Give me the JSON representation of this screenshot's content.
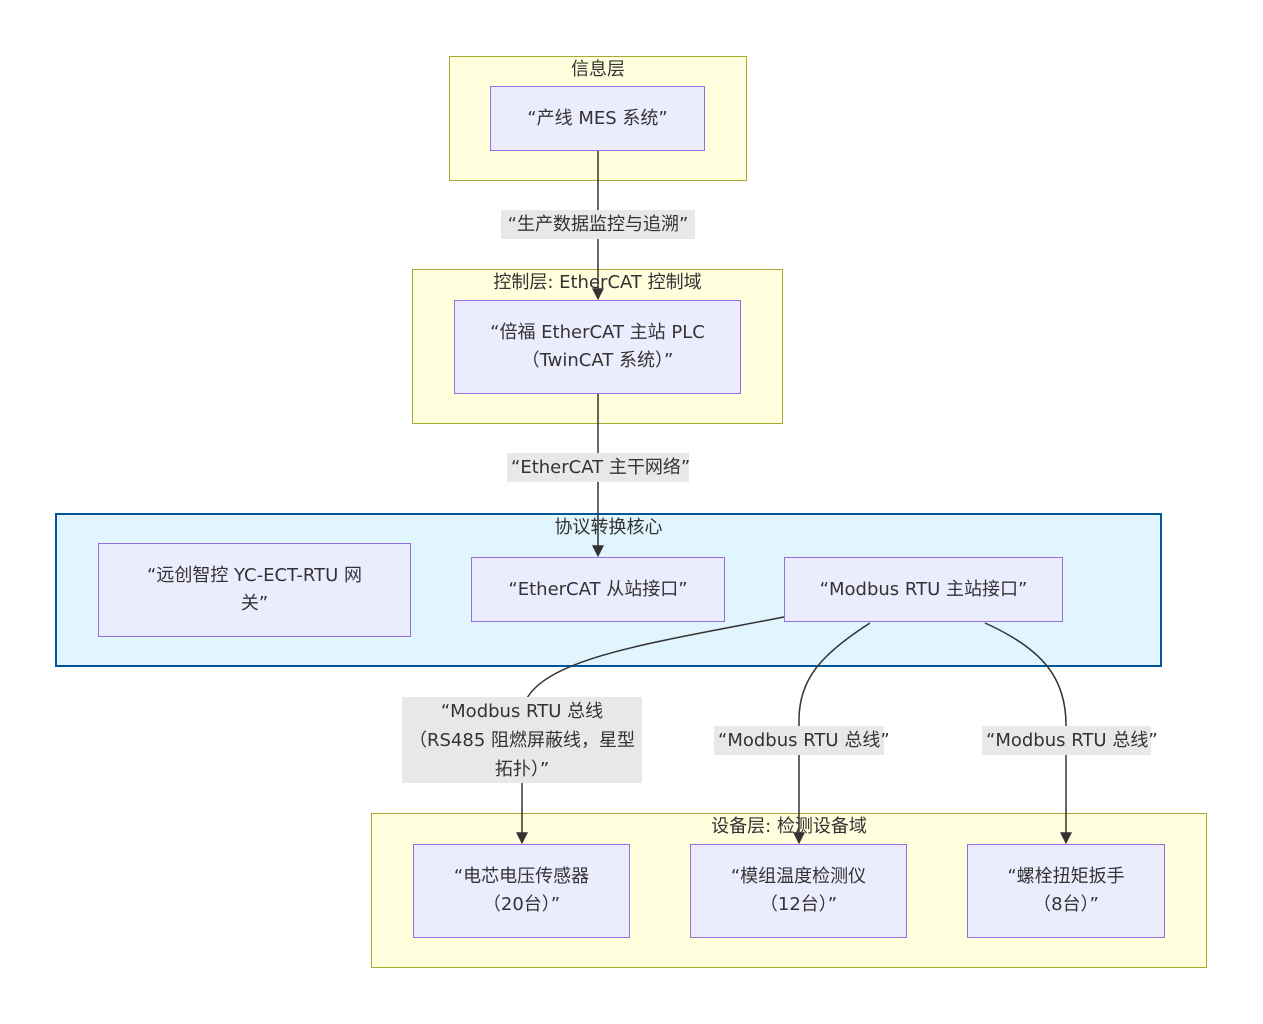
{
  "clusters": {
    "info": "信息层",
    "control": "控制层: EtherCAT 控制域",
    "protocol": "协议转换核心",
    "device": "设备层: 检测设备域"
  },
  "nodes": {
    "mes": "“产线 MES 系统”",
    "plc_line1": "“倍福 EtherCAT 主站 PLC",
    "plc_line2": "（TwinCAT 系统）”",
    "gateway_line1": "“远创智控 YC-ECT-RTU 网",
    "gateway_line2": "关”",
    "ecat_slave": "“EtherCAT 从站接口”",
    "modbus_master": "“Modbus RTU 主站接口”",
    "sensor_line1": "“电芯电压传感器",
    "sensor_line2": "（20台）”",
    "temp_line1": "“模组温度检测仪",
    "temp_line2": "（12台）”",
    "wrench_line1": "“螺栓扭矩扳手",
    "wrench_line2": "（8台）”"
  },
  "edge_labels": {
    "mes_plc": "“生产数据监控与追溯”",
    "plc_slave": "“EtherCAT 主干网络”",
    "bus1_line1": "“Modbus RTU 总线",
    "bus1_line2": "（RS485 阻燃屏蔽线，星型",
    "bus1_line3": "拓扑）”",
    "bus2": "“Modbus RTU 总线”",
    "bus3": "“Modbus RTU 总线”"
  }
}
